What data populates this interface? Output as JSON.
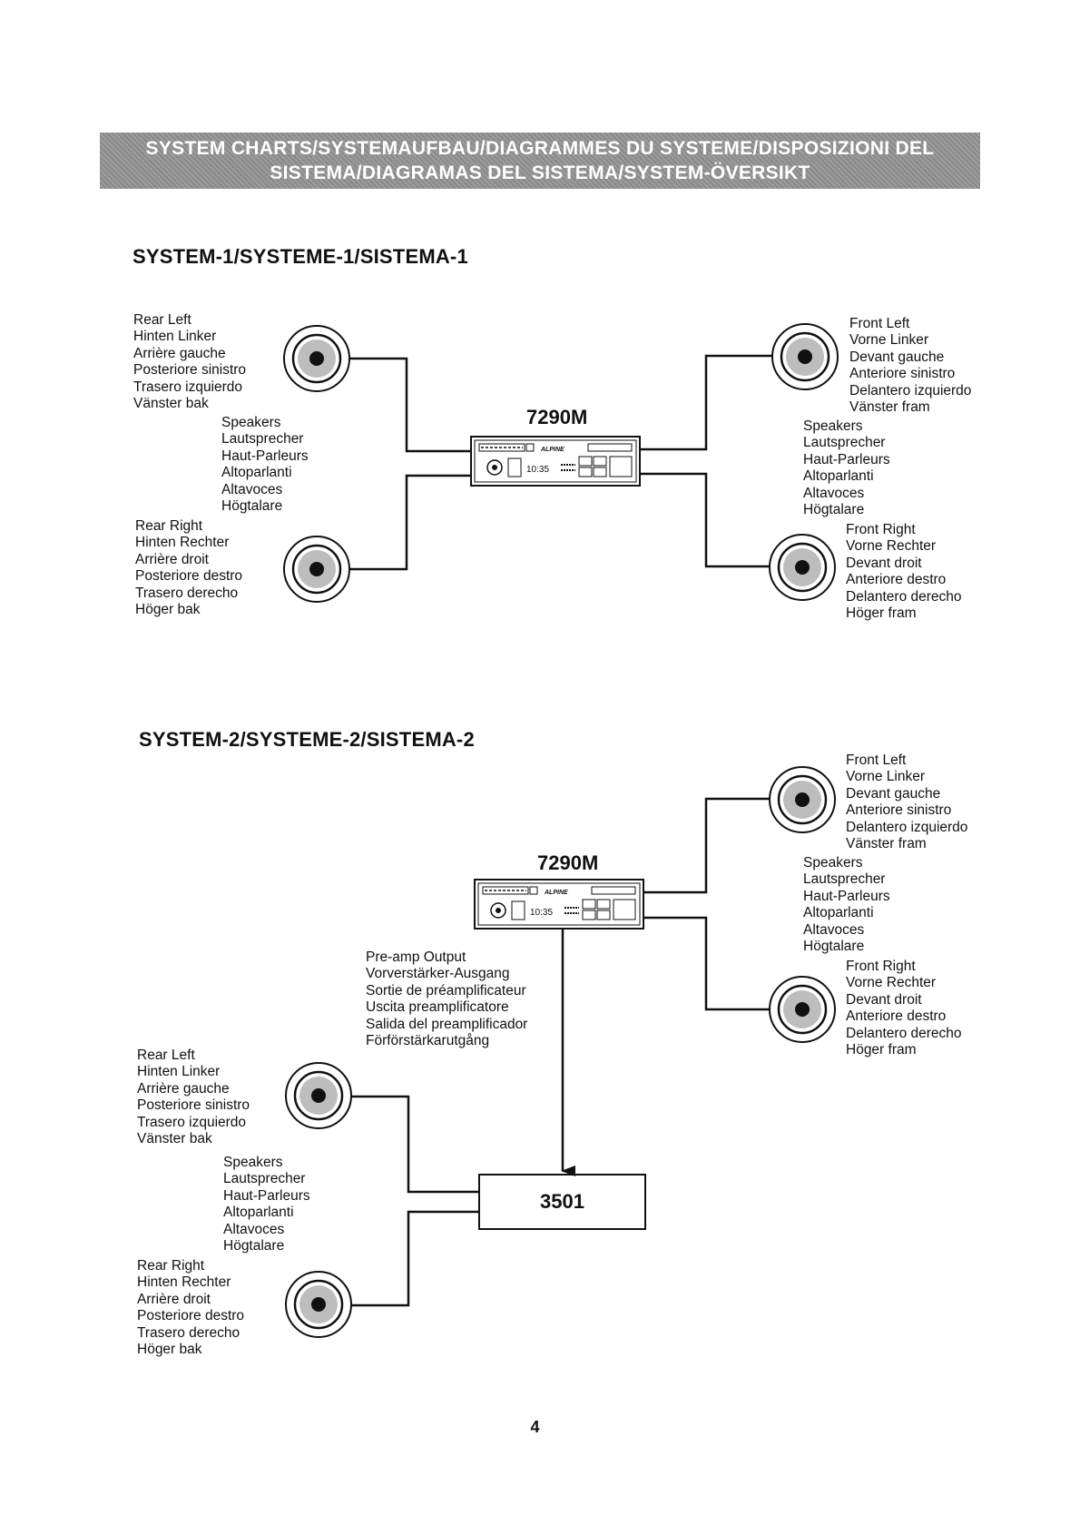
{
  "banner": {
    "line1": "SYSTEM CHARTS/SYSTEMAUFBAU/DIAGRAMMES DU SYSTEME/DISPOSIZIONI DEL",
    "line2": "SISTEMA/DIAGRAMAS DEL SISTEMA/SYSTEM-ÖVERSIKT"
  },
  "system1": {
    "title": "SYSTEM-1/SYSTEME-1/SISTEMA-1",
    "model": "7290M",
    "rear_left": [
      "Rear Left",
      "Hinten Linker",
      "Arrière gauche",
      "Posteriore sinistro",
      "Trasero izquierdo",
      "Vänster bak"
    ],
    "speakers_left": [
      "Speakers",
      "Lautsprecher",
      "Haut-Parleurs",
      "Altoparlanti",
      "Altavoces",
      "Högtalare"
    ],
    "rear_right": [
      "Rear Right",
      "Hinten Rechter",
      "Arrière droit",
      "Posteriore destro",
      "Trasero derecho",
      "Höger bak"
    ],
    "front_left": [
      "Front Left",
      "Vorne Linker",
      "Devant gauche",
      "Anteriore sinistro",
      "Delantero izquierdo",
      "Vänster fram"
    ],
    "speakers_right": [
      "Speakers",
      "Lautsprecher",
      "Haut-Parleurs",
      "Altoparlanti",
      "Altavoces",
      "Högtalare"
    ],
    "front_right": [
      "Front Right",
      "Vorne Rechter",
      "Devant droit",
      "Anteriore destro",
      "Delantero derecho",
      "Höger fram"
    ]
  },
  "system2": {
    "title": "SYSTEM-2/SYSTEME-2/SISTEMA-2",
    "model": "7290M",
    "amp_model": "3501",
    "preamp": [
      "Pre-amp Output",
      "Vorverstärker-Ausgang",
      "Sortie de préamplificateur",
      "Uscita preamplificatore",
      "Salida del preamplificador",
      "Förförstärkarutgång"
    ],
    "front_left": [
      "Front Left",
      "Vorne Linker",
      "Devant gauche",
      "Anteriore sinistro",
      "Delantero izquierdo",
      "Vänster fram"
    ],
    "speakers_right": [
      "Speakers",
      "Lautsprecher",
      "Haut-Parleurs",
      "Altoparlanti",
      "Altavoces",
      "Högtalare"
    ],
    "front_right": [
      "Front Right",
      "Vorne Rechter",
      "Devant droit",
      "Anteriore destro",
      "Delantero derecho",
      "Höger fram"
    ],
    "rear_left": [
      "Rear Left",
      "Hinten Linker",
      "Arrière gauche",
      "Posteriore sinistro",
      "Trasero izquierdo",
      "Vänster bak"
    ],
    "speakers_left": [
      "Speakers",
      "Lautsprecher",
      "Haut-Parleurs",
      "Altoparlanti",
      "Altavoces",
      "Högtalare"
    ],
    "rear_right": [
      "Rear Right",
      "Hinten Rechter",
      "Arrière droit",
      "Posteriore destro",
      "Trasero derecho",
      "Höger bak"
    ]
  },
  "radio_display": {
    "brand": "ALPINE",
    "clock": "10:35"
  },
  "page_number": "4"
}
